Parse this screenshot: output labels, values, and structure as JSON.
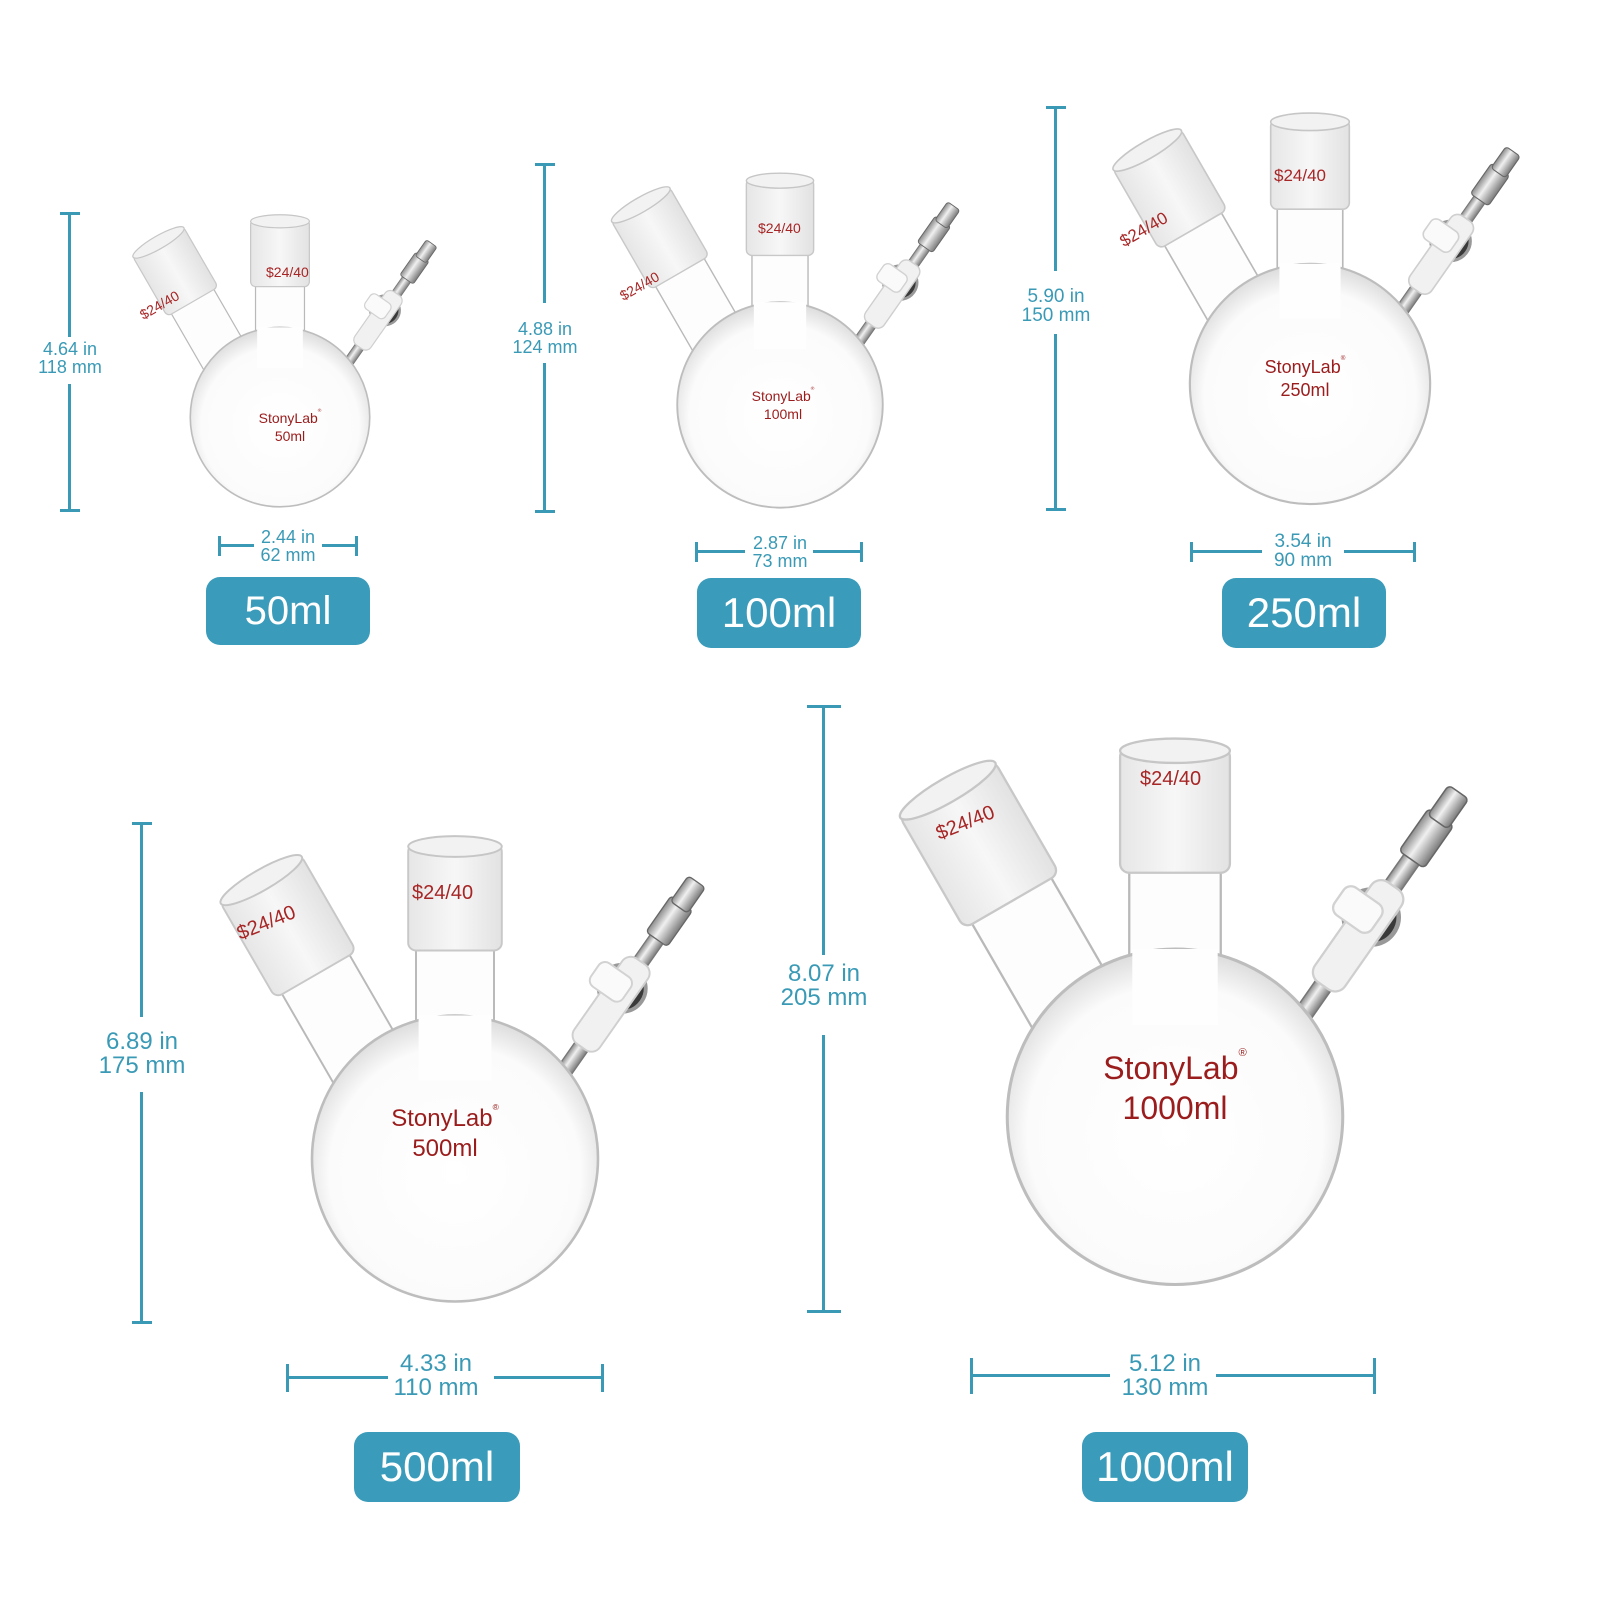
{
  "brand": "StonyLab",
  "registered_mark": "®",
  "joint_size": "$24/40",
  "colors": {
    "accent": "#3a9cba",
    "dimension_line": "#3a9ab6",
    "brand_text": "#9b1c1c",
    "badge_text": "#ffffff",
    "background": "#ffffff"
  },
  "flasks": [
    {
      "capacity": "50ml",
      "body_label": "50ml",
      "height_in": "4.64 in",
      "height_mm": "118 mm",
      "width_in": "2.44 in",
      "width_mm": "62 mm",
      "joints": [
        "$24/40",
        "$24/40"
      ]
    },
    {
      "capacity": "100ml",
      "body_label": "100ml",
      "height_in": "4.88 in",
      "height_mm": "124 mm",
      "width_in": "2.87 in",
      "width_mm": "73 mm",
      "joints": [
        "$24/40",
        "$24/40"
      ]
    },
    {
      "capacity": "250ml",
      "body_label": "250ml",
      "height_in": "5.90 in",
      "height_mm": "150 mm",
      "width_in": "3.54 in",
      "width_mm": "90 mm",
      "joints": [
        "$24/40",
        "$24/40"
      ]
    },
    {
      "capacity": "500ml",
      "body_label": "500ml",
      "height_in": "6.89 in",
      "height_mm": "175 mm",
      "width_in": "4.33 in",
      "width_mm": "110 mm",
      "joints": [
        "$24/40",
        "$24/40"
      ]
    },
    {
      "capacity": "1000ml",
      "body_label": "1000ml",
      "height_in": "8.07 in",
      "height_mm": "205 mm",
      "width_in": "5.12 in",
      "width_mm": "130 mm",
      "joints": [
        "$24/40",
        "$24/40"
      ]
    }
  ]
}
